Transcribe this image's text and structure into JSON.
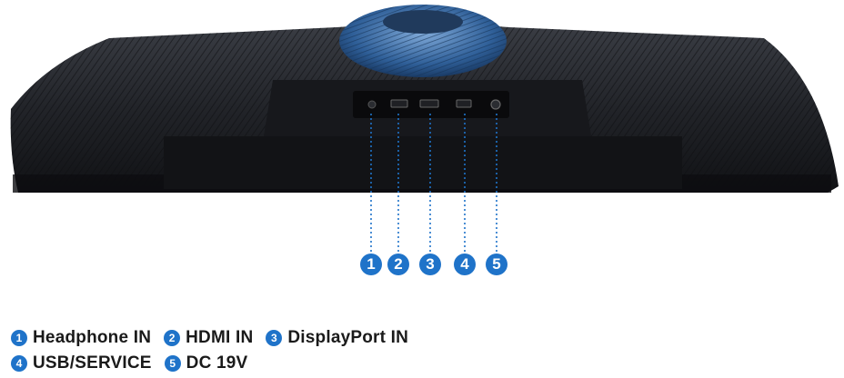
{
  "ports": [
    {
      "number": "1",
      "label": "Headphone IN"
    },
    {
      "number": "2",
      "label": "HDMI IN"
    },
    {
      "number": "3",
      "label": "DisplayPort IN"
    },
    {
      "number": "4",
      "label": "USB/SERVICE"
    },
    {
      "number": "5",
      "label": "DC 19V"
    }
  ],
  "colors": {
    "accent": "#1f73c9",
    "monitor_body": "#1c1e22",
    "ring": "#3b6fa8"
  }
}
